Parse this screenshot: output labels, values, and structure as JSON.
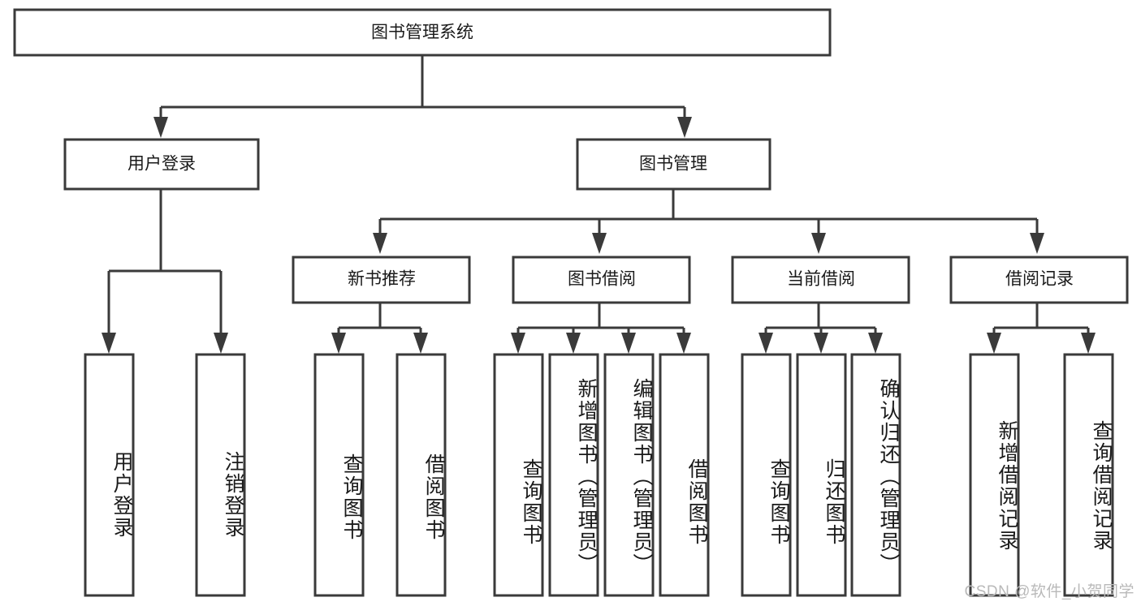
{
  "diagram": {
    "title": "图书管理系统",
    "type": "tree",
    "watermark": "CSDN @软件_小贺同学",
    "colors": {
      "box_stroke": "#3a3a3a",
      "box_fill": "#ffffff",
      "text": "#1a1a1a",
      "background": "#ffffff",
      "watermark": "#b9b9b9"
    },
    "nodes": {
      "root": {
        "label": "图书管理系统",
        "level": 1,
        "orientation": "horizontal"
      },
      "l2": [
        {
          "id": "user-login",
          "label": "用户登录",
          "level": 2,
          "orientation": "horizontal"
        },
        {
          "id": "book-management",
          "label": "图书管理",
          "level": 2,
          "orientation": "horizontal"
        }
      ],
      "l3": [
        {
          "id": "new-book-recommend",
          "label": "新书推荐",
          "level": 3,
          "orientation": "horizontal"
        },
        {
          "id": "book-borrow",
          "label": "图书借阅",
          "level": 3,
          "orientation": "horizontal"
        },
        {
          "id": "current-borrow",
          "label": "当前借阅",
          "level": 3,
          "orientation": "horizontal"
        },
        {
          "id": "borrow-record",
          "label": "借阅记录",
          "level": 3,
          "orientation": "horizontal"
        }
      ],
      "leaves": [
        {
          "id": "leaf-user-login",
          "label": "用户登录",
          "parent": "user-login",
          "orientation": "vertical"
        },
        {
          "id": "leaf-user-logout",
          "label": "注销登录",
          "parent": "user-login",
          "orientation": "vertical"
        },
        {
          "id": "leaf-query-book-1",
          "label": "查询图书",
          "parent": "new-book-recommend",
          "orientation": "vertical"
        },
        {
          "id": "leaf-borrow-book-1",
          "label": "借阅图书",
          "parent": "new-book-recommend",
          "orientation": "vertical"
        },
        {
          "id": "leaf-query-book-2",
          "label": "查询图书",
          "parent": "book-borrow",
          "orientation": "vertical"
        },
        {
          "id": "leaf-add-book",
          "label": "新增图书（管理员）",
          "parent": "book-borrow",
          "orientation": "vertical"
        },
        {
          "id": "leaf-edit-book",
          "label": "编辑图书（管理员）",
          "parent": "book-borrow",
          "orientation": "vertical"
        },
        {
          "id": "leaf-borrow-book-2",
          "label": "借阅图书",
          "parent": "book-borrow",
          "orientation": "vertical"
        },
        {
          "id": "leaf-query-book-3",
          "label": "查询图书",
          "parent": "current-borrow",
          "orientation": "vertical"
        },
        {
          "id": "leaf-return-book",
          "label": "归还图书",
          "parent": "current-borrow",
          "orientation": "vertical"
        },
        {
          "id": "leaf-confirm-return",
          "label": "确认归还（管理员）",
          "parent": "current-borrow",
          "orientation": "vertical"
        },
        {
          "id": "leaf-add-record",
          "label": "新增借阅记录",
          "parent": "borrow-record",
          "orientation": "vertical"
        },
        {
          "id": "leaf-query-record",
          "label": "查询借阅记录",
          "parent": "borrow-record",
          "orientation": "vertical"
        }
      ]
    }
  }
}
